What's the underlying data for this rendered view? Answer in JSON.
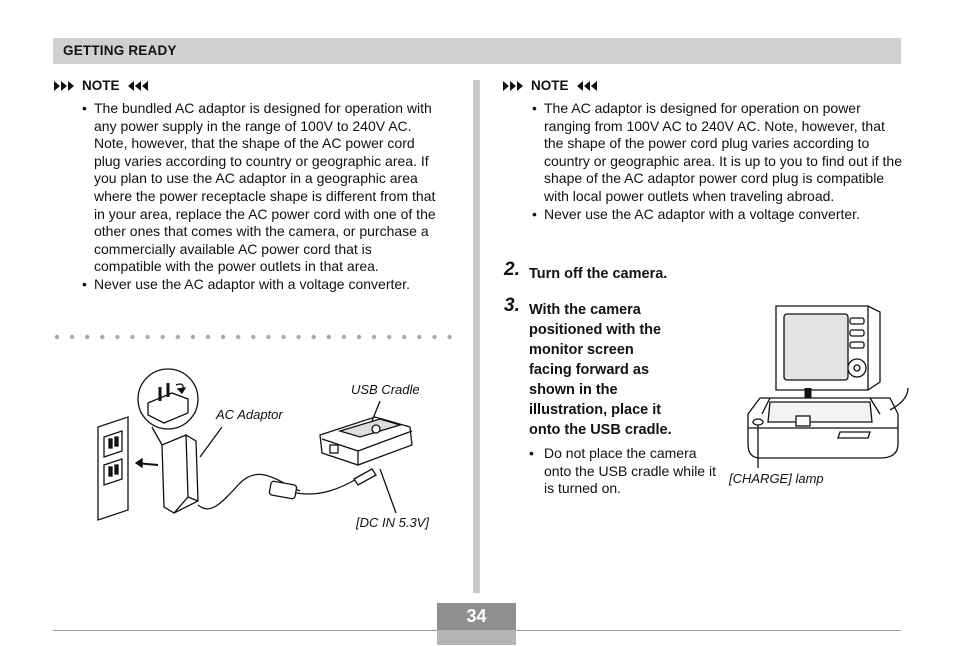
{
  "header": {
    "title": "GETTING READY"
  },
  "left": {
    "note_label": "NOTE",
    "bullets": [
      "The bundled AC adaptor is designed for operation with any power supply in the range of 100V to 240V AC. Note, however, that the shape of the AC power cord plug varies according to country or geographic area. If you plan to use the AC adaptor in a geographic area where the power receptacle shape is different from that in your area, replace the AC power cord with one of the other ones that comes with the camera, or purchase a commercially available AC power cord that is compatible with the power outlets in that area.",
      "Never use the AC adaptor with a voltage converter."
    ],
    "figure": {
      "ac_adaptor_label": "AC Adaptor",
      "usb_cradle_label": "USB Cradle",
      "dc_in_label": "[DC IN 5.3V]"
    }
  },
  "right": {
    "note_label": "NOTE",
    "bullets": [
      "The AC adaptor is designed for operation on power ranging from 100V AC to 240V AC. Note, however, that the shape of the power cord plug varies according to country or geographic area. It is up to you to find out if the shape of the AC adaptor power cord plug is compatible with local power outlets when traveling abroad.",
      "Never use the AC adaptor with a voltage converter."
    ],
    "step2": {
      "num": "2.",
      "text": "Turn off the camera."
    },
    "step3": {
      "num": "3.",
      "text_lines": [
        "With the camera",
        "positioned with the",
        "monitor screen",
        "facing forward as",
        "shown in the",
        "illustration, place it",
        "onto the USB cradle."
      ],
      "bullet": "Do not place the camera onto the USB cradle while it is turned on."
    },
    "figure": {
      "charge_lamp_label": "[CHARGE] lamp"
    }
  },
  "page_number": "34"
}
